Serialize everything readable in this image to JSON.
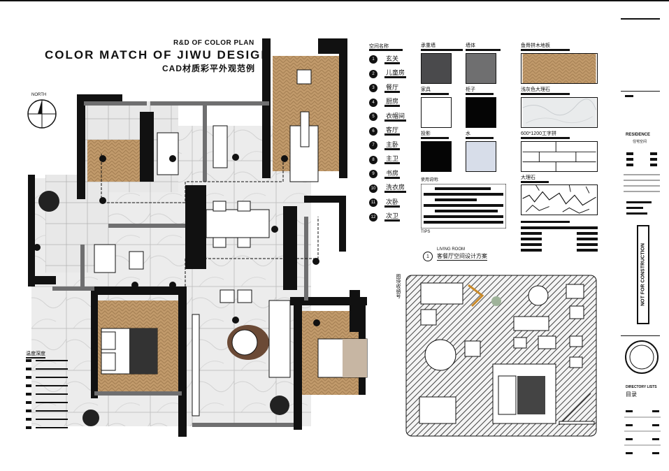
{
  "header": {
    "subtitle": "R&D OF COLOR PLAN",
    "title": "COLOR MATCH OF JIWU DESIGN",
    "title_cn": "CAD材质彩平外观范例",
    "north": "NORTH"
  },
  "legend": {
    "heading": "空间名称",
    "rooms": [
      {
        "num": "1",
        "name": "玄关"
      },
      {
        "num": "2",
        "name": "儿童房"
      },
      {
        "num": "3",
        "name": "餐厅"
      },
      {
        "num": "4",
        "name": "厨房"
      },
      {
        "num": "5",
        "name": "衣帽间"
      },
      {
        "num": "6",
        "name": "客厅"
      },
      {
        "num": "7",
        "name": "主卧"
      },
      {
        "num": "8",
        "name": "主卫"
      },
      {
        "num": "9",
        "name": "书房"
      },
      {
        "num": "10",
        "name": "洗衣房"
      },
      {
        "num": "11",
        "name": "次卧"
      },
      {
        "num": "12",
        "name": "次卫"
      }
    ]
  },
  "materials": {
    "load_wall": {
      "label": "承重墙",
      "color": "#4a4a4c"
    },
    "wall": {
      "label": "墙体",
      "color": "#6f6f70"
    },
    "wood_floor": {
      "label": "鱼骨拼木地板",
      "color": "#b99367"
    },
    "furniture": {
      "label": "家具",
      "color": "#ffffff"
    },
    "cabinet": {
      "label": "柜子",
      "color": "#050505"
    },
    "marble": {
      "label": "浅灰色大理石",
      "color": "#e9ebec"
    },
    "shadow": {
      "label": "投影",
      "color": "#050505"
    },
    "water": {
      "label": "水",
      "color": "#d7dde9"
    },
    "tile": {
      "label": "600*1200工字拼"
    },
    "stone": {
      "label": "大理石"
    },
    "usage_note": "使用说明:",
    "tips": "TIPS"
  },
  "living_plan": {
    "num": "1",
    "label_en": "LIVING ROOM",
    "label_cn": "客餐厅空间设计方案"
  },
  "side_labels": {
    "block_library": "图块收纳号",
    "depth": "温度深度"
  },
  "titleblock": {
    "project_en": "RESIDENCE",
    "project_cn": "住宅空间",
    "not_for_construction": "NOT FOR CONSTRUCTION",
    "directory_en": "DIRECTORY LISTS",
    "directory_cn": "目录"
  }
}
